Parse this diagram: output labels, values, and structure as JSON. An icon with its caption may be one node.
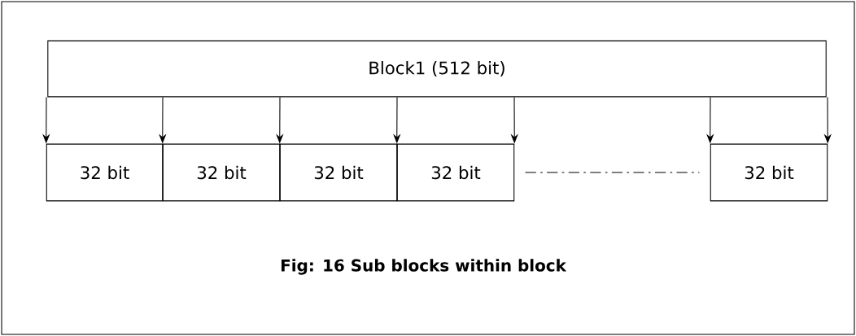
{
  "diagram": {
    "caption": "Fig: 16 Sub blocks within block",
    "nodes": [
      {
        "text": [
          "Block1 (512 bit)"
        ]
      },
      {
        "text": [
          "32 bit"
        ]
      },
      {
        "text": [
          "32 bit"
        ]
      },
      {
        "text": [
          "32 bit"
        ]
      },
      {
        "text": [
          "32 bit"
        ]
      },
      {
        "text": [
          "32 bit"
        ]
      }
    ],
    "edges": [
      {
        "from": 0,
        "to": 1,
        "arrow": "to"
      },
      {
        "from": 0,
        "to": 2,
        "arrow": "to"
      },
      {
        "from": 0,
        "to": 3,
        "arrow": "to"
      },
      {
        "from": 0,
        "to": 4,
        "arrow": "to"
      },
      {
        "from": 0,
        "to": 4,
        "arrow": "to"
      },
      {
        "from": 0,
        "to": 5,
        "arrow": "to"
      },
      {
        "from": 0,
        "to": 5,
        "arrow": "to"
      },
      {
        "from": 4,
        "to": 5,
        "arrow": "none",
        "style": "dashed"
      }
    ]
  }
}
